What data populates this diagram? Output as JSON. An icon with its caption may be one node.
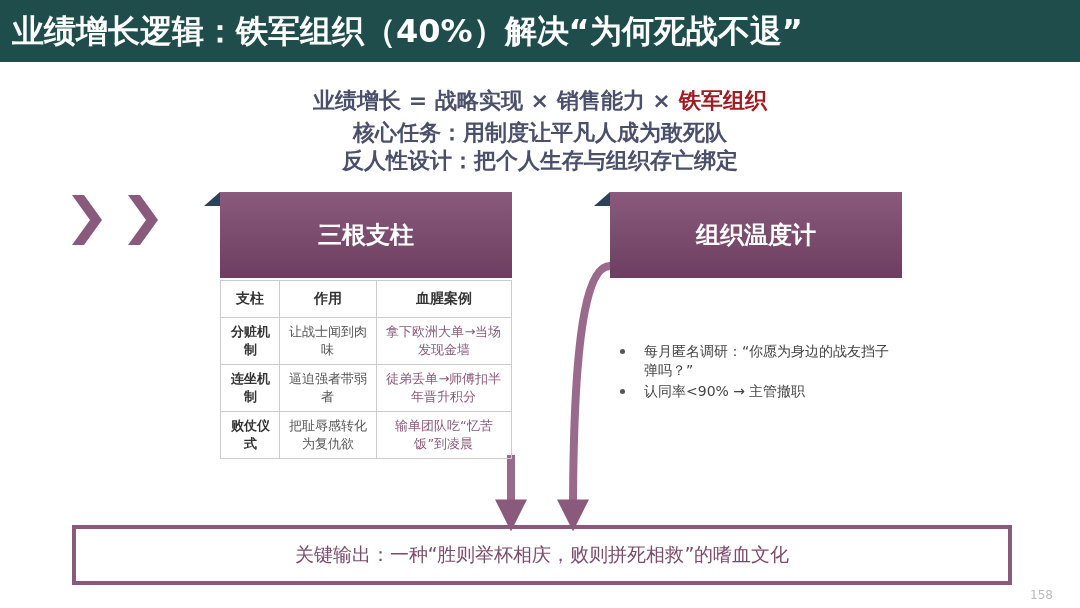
{
  "diagram": {
    "title": "业绩增长逻辑：铁军组织（40%）解决“为何死战不退”",
    "nodes": [
      {
        "text": [
          "三根支柱"
        ]
      },
      {
        "text": [
          "组织温度计"
        ]
      },
      {
        "text": [
          "关键输出：一种“胜则举杯相庆，败则拼死相救”的嗜血文化"
        ]
      }
    ],
    "edges": [
      {
        "from": 0,
        "to": 2,
        "arrow": "to"
      },
      {
        "from": 1,
        "to": 2,
        "arrow": "to"
      }
    ],
    "labels": [
      "业绩增长 = 战略实现 × 销售能力 ×",
      "铁军组织",
      "核心任务：用制度让平凡人成为敢死队",
      "反人性设计：把个人生存与组织存亡绑定",
      "支柱",
      "作用",
      "血腥案例",
      "分赃机制",
      "让战士闻到肉味",
      "拿下欧洲大单→当场发现金墙",
      "连坐机制",
      "逼迫强者带弱者",
      "徒弟丢单→师傅扣半年晋升积分",
      "败仗仪式",
      "把耻辱感转化为复仇欲",
      "输单团队吃“忆苦饭”到凌晨",
      "每月匿名调研：“你愿为身边的战友挡子弹吗？”",
      "认同率<90% → 主管撤职",
      "158"
    ]
  }
}
